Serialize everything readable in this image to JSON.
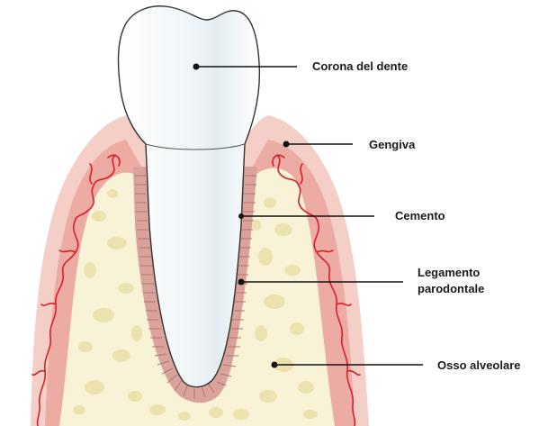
{
  "labels": {
    "crown": "Corona del dente",
    "gum": "Gengiva",
    "cementum": "Cemento",
    "ligament_line1": "Legamento",
    "ligament_line2": "parodontale",
    "bone": "Osso alveolare"
  },
  "colors": {
    "gum": "#f4cfc8",
    "gum_inner": "#ecaba3",
    "bone": "#f8f3d6",
    "bone_pores": "#ece2ae",
    "vessels": "#d8202c",
    "tooth": "#ffffff",
    "tooth_outline": "#333333",
    "ligament": "#d9a29a",
    "leader_lines": "#111111"
  }
}
